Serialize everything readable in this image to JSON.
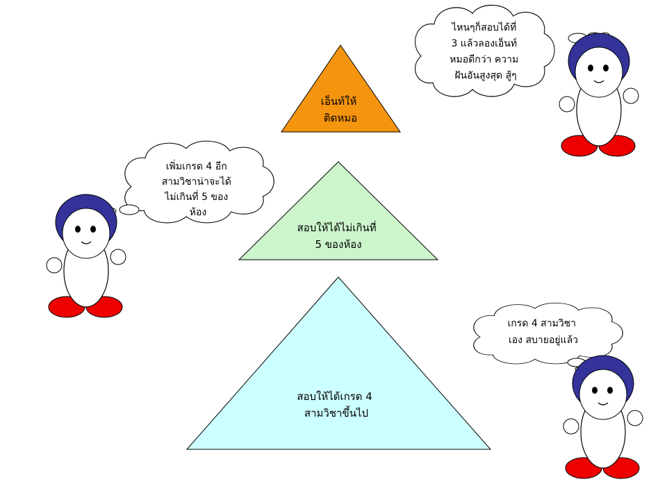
{
  "goals": {
    "top": {
      "lines": [
        "เอ็นท์ให้",
        "ติดหมอ"
      ],
      "color": "#F5940E",
      "text_color": "#ffffff"
    },
    "middle": {
      "lines": [
        "สอบให้ได้ไม่เกินที่",
        "5 ของห้อง"
      ],
      "color": "#CCF5CC"
    },
    "bottom": {
      "lines": [
        "สอบให้ได้เกรด 4",
        "สามวิชาขึ้นไป"
      ],
      "color": "#CCFFFF"
    }
  },
  "thoughts": {
    "top_right": {
      "lines": [
        "ไหนๆก็สอบได้ที่",
        "3 แล้วลองเอ็นท์",
        "หมอดีกว่า ความ",
        "ฝันอันสูงสุด สู้ๆ"
      ]
    },
    "left": {
      "lines": [
        "เพิ่มเกรด 4 อีก",
        "สามวิชาน่าจะได้",
        "ไม่เกินที่ 5 ของ",
        "ห้อง"
      ]
    },
    "bottom_right": {
      "lines": [
        "เกรด 4 สามวิชา",
        "เอง สบายอยู่แล้ว"
      ]
    }
  },
  "characters": {
    "head_color": "#33339A",
    "shoe_color": "#EE0000",
    "body_color": "#ffffff"
  }
}
